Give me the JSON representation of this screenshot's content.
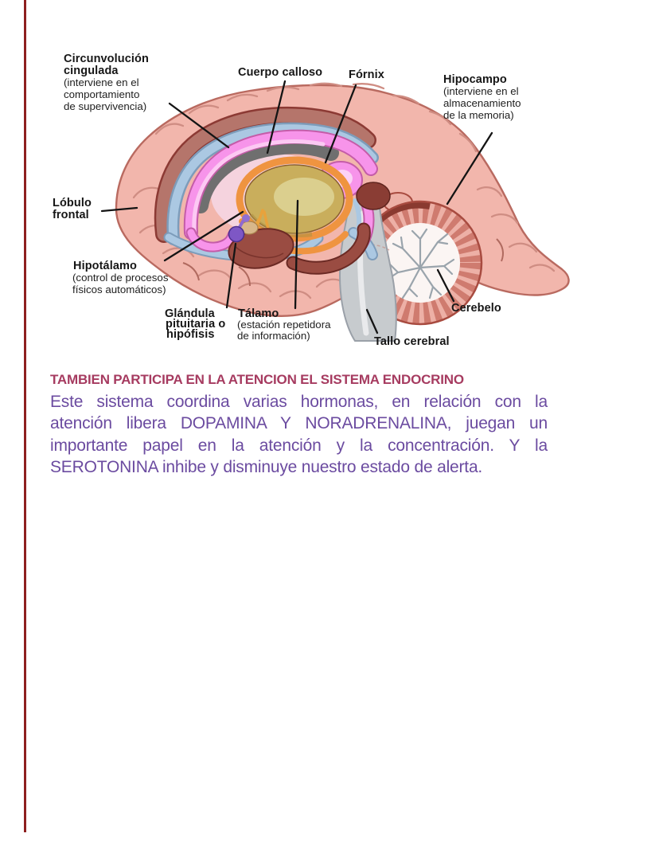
{
  "page": {
    "background_color": "#ffffff",
    "accent_line_color": "#8e1f1f"
  },
  "diagram": {
    "description": "sagittal-brain-anatomy-illustration",
    "ink_color": "#161616",
    "palette": {
      "cortex": "#f2b6ac",
      "cingulate_gyrus": "#b5756b",
      "ventricle_blue": "#abc8e2",
      "corpus_callosum_pink": "#f794ea",
      "thalamus_yellow": "#c9ae5c",
      "thalamus_ring_orange": "#ef9440",
      "midbrain_maroon": "#9a4c42",
      "pituitary_purple": "#7e57c5",
      "cerebellum_rim": "#cf7b6f",
      "brainstem_gray": "#c7cbce",
      "inner_gray": "#6f6f6f"
    },
    "labels": {
      "cingulada": {
        "lines": [
          "Circunvolución",
          "cingulada",
          "(interviene en el",
          "comportamiento",
          "de supervivencia)"
        ]
      },
      "cuerpo_calloso": {
        "lines": [
          "Cuerpo calloso"
        ]
      },
      "fornix": {
        "lines": [
          "Fórnix"
        ]
      },
      "hipocampo": {
        "lines": [
          "Hipocampo",
          "(interviene en el",
          "almacenamiento",
          "de la memoria)"
        ]
      },
      "lobulo_frontal": {
        "lines": [
          "Lóbulo",
          "frontal"
        ]
      },
      "hipotalamo": {
        "lines": [
          "Hipotálamo",
          "(control de procesos",
          "físicos automáticos)"
        ]
      },
      "glandula": {
        "lines": [
          "Glándula",
          "pituitaria o",
          "hipófisis"
        ]
      },
      "talamo": {
        "lines": [
          "Tálamo",
          "(estación repetidora",
          "de información)"
        ]
      },
      "cerebelo": {
        "lines": [
          "Cerebelo"
        ]
      },
      "tallo_cerebral": {
        "lines": [
          "Tallo cerebral"
        ]
      }
    }
  },
  "text_section": {
    "heading": "TAMBIEN PARTICIPA EN LA ATENCION EL SISTEMA ENDOCRINO",
    "heading_color": "#a63b60",
    "body_color": "#6b4ba0",
    "body_lines": [
      "Este sistema coordina varias hormonas,  en relación con la",
      "atención libera DOPAMINA Y NORADRENALINA, juegan un",
      "importante papel en la atención y la concentración. Y la",
      "SEROTONINA inhibe y disminuye nuestro estado de alerta."
    ]
  }
}
